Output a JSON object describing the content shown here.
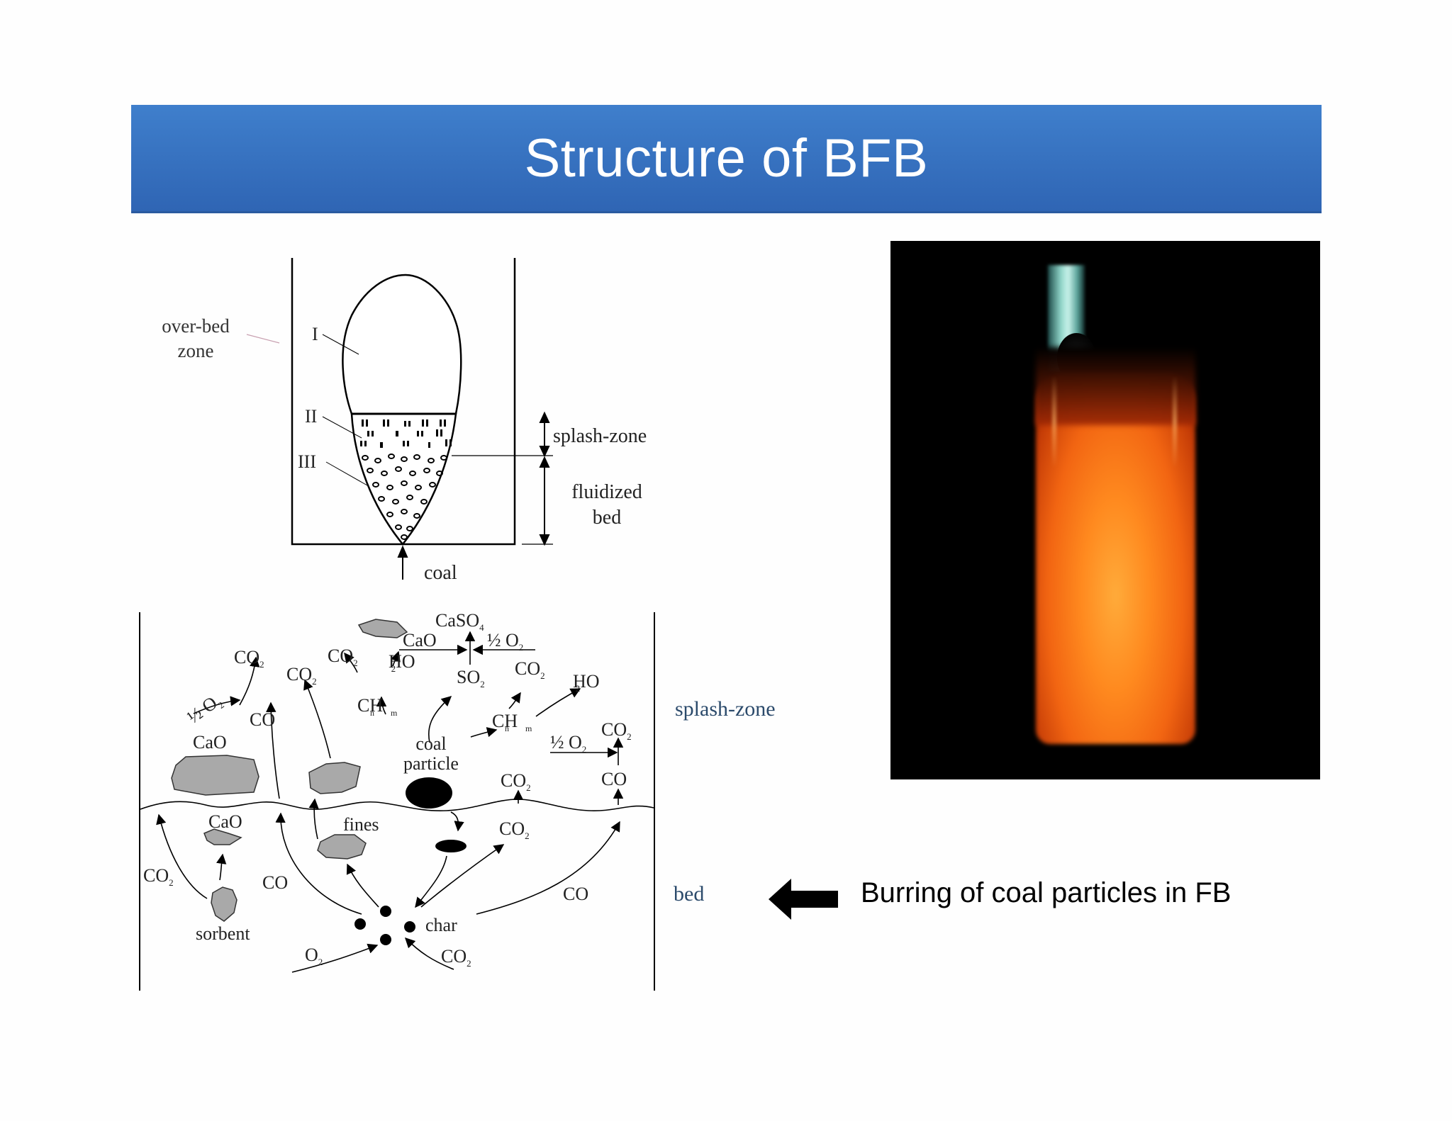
{
  "title": "Structure of BFB",
  "top_diagram": {
    "zone_label_line1": "over-bed",
    "zone_label_line2": "zone",
    "roman_1": "I",
    "roman_2": "II",
    "roman_3": "III",
    "splash_zone": "splash-zone",
    "fluidized_line1": "fluidized",
    "fluidized_line2": "bed",
    "coal": "coal"
  },
  "bottom_diagram": {
    "caso4": "CaSO",
    "caso4_sub": "4",
    "cao_top": "CaO",
    "half_o2_top": "½ O",
    "half_o2_top_sub": "2",
    "co2_a": "CO",
    "co2_a_sub": "2",
    "co2_b": "CO",
    "co2_b_sub": "2",
    "h2o_a": "HO",
    "h2o_a_sub": "2",
    "so2": "SO",
    "so2_sub": "2",
    "co2_c": "CO",
    "co2_c_sub": "2",
    "h2o_b": "HO",
    "h2o_b_sub": "2",
    "co2_d": "CO",
    "co2_d_sub": "2",
    "half_o2_left": "½ O",
    "half_o2_left_sub": "2",
    "cnhm_a": "CH",
    "cnhm_a_sub1": "n",
    "cnhm_a_sub2": "m",
    "cnhm_b": "CH",
    "cnhm_b_sub1": "n",
    "cnhm_b_sub2": "m",
    "co_a": "CO",
    "co2_e": "CO",
    "co2_e_sub": "2",
    "cao_mid": "CaO",
    "coal_particle_line1": "coal",
    "coal_particle_line2": "particle",
    "half_o2_right": "½ O",
    "half_o2_right_sub": "2",
    "co2_f": "CO",
    "co2_f_sub": "2",
    "co_b": "CO",
    "cao_low": "CaO",
    "fines": "fines",
    "co2_g": "CO",
    "co2_g_sub": "2",
    "co2_h": "CO",
    "co2_h_sub": "2",
    "co_c": "CO",
    "co_d": "CO",
    "sorbent": "sorbent",
    "char": "char",
    "o2": "O",
    "o2_sub": "2",
    "co2_i": "CO",
    "co2_i_sub": "2",
    "splash_zone_label": "splash-zone",
    "bed_label": "bed"
  },
  "caption": "Burring of coal particles in FB",
  "colors": {
    "title_bar": "#3573c2",
    "zone_text": "#2b4a6b",
    "particle_gray": "#a9a9a9",
    "flame_orange": "#f26512"
  },
  "icons": {
    "caption_arrow": "left-arrow-icon"
  }
}
